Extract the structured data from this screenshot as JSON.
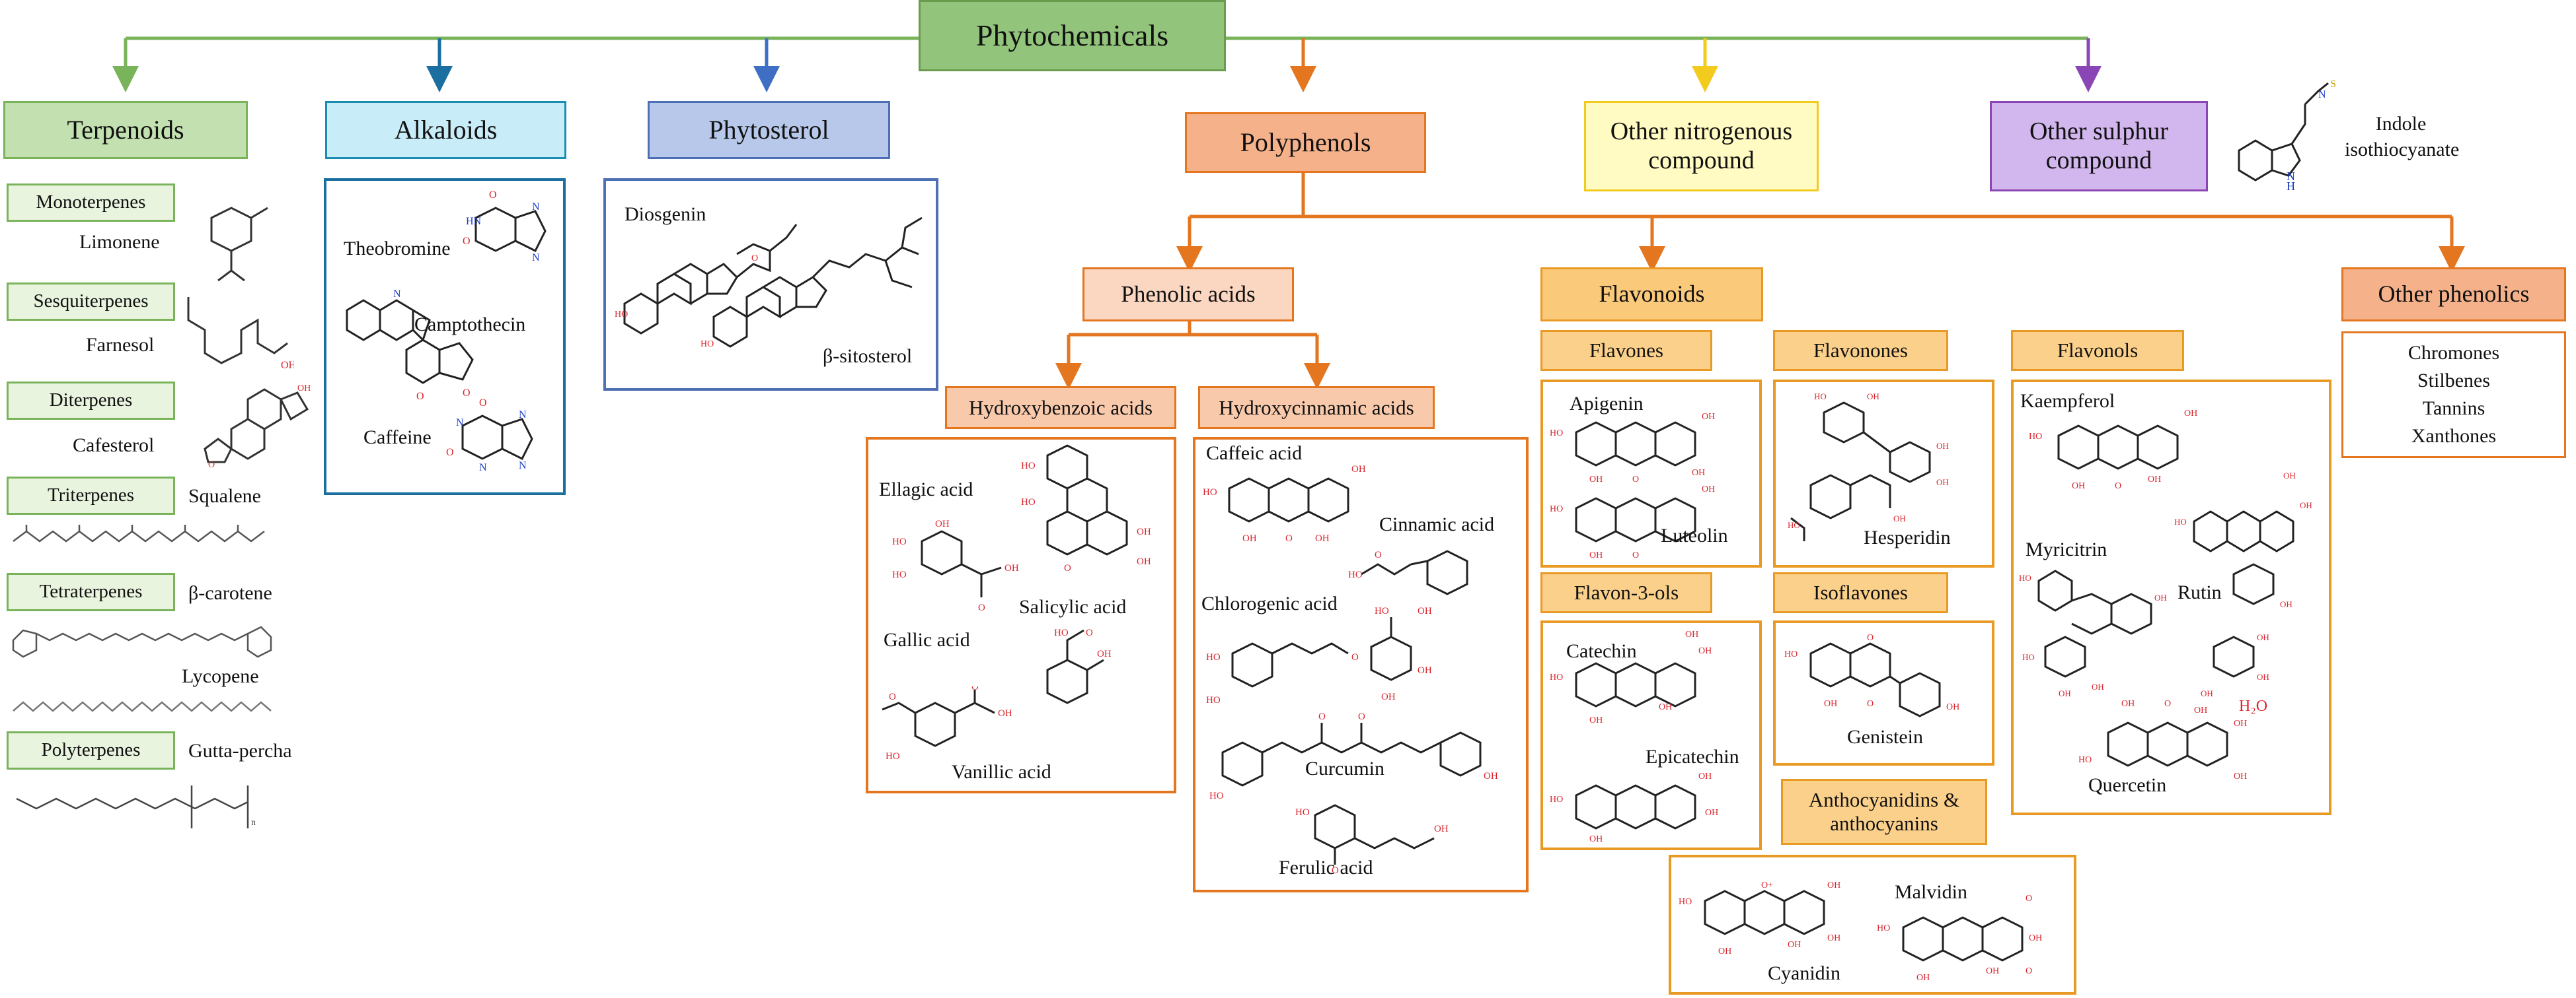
{
  "root": "Phytochemicals",
  "categories": {
    "terpenoids": "Terpenoids",
    "alkaloids": "Alkaloids",
    "phytosterol": "Phytosterol",
    "polyphenols": "Polyphenols",
    "other_nitrogenous": "Other nitrogenous compound",
    "other_sulphur": "Other sulphur compound"
  },
  "terpenoids": {
    "classes": [
      "Monoterpenes",
      "Sesquiterpenes",
      "Diterpenes",
      "Triterpenes",
      "Tetraterpenes",
      "Polyterpenes"
    ],
    "compounds": [
      "Limonene",
      "Farnesol",
      "Cafesterol",
      "Squalene",
      "β-carotene",
      "Lycopene",
      "Gutta-percha"
    ]
  },
  "alkaloids": {
    "compounds": [
      "Theobromine",
      "Camptothecin",
      "Caffeine"
    ]
  },
  "phytosterol": {
    "compounds": [
      "Diosgenin",
      "β-sitosterol"
    ]
  },
  "sulphur_compounds": [
    "Indole isothiocyanate"
  ],
  "polyphenols": {
    "subclasses": [
      "Phenolic acids",
      "Flavonoids",
      "Other phenolics"
    ],
    "phenolic_acids": {
      "hydroxybenzoic": {
        "label": "Hydroxybenzoic acids",
        "compounds": [
          "Ellagic acid",
          "Gallic acid",
          "Salicylic acid",
          "Vanillic acid"
        ]
      },
      "hydroxycinnamic": {
        "label": "Hydroxycinnamic acids",
        "compounds": [
          "Caffeic acid",
          "Cinnamic acid",
          "Chlorogenic acid",
          "Curcumin",
          "Ferulic acid"
        ]
      }
    },
    "flavonoids": {
      "flavones": {
        "label": "Flavones",
        "compounds": [
          "Apigenin",
          "Luteolin"
        ]
      },
      "flavan3ols": {
        "label": "Flavon-3-ols",
        "compounds": [
          "Catechin",
          "Epicatechin"
        ]
      },
      "flavonones": {
        "label": "Flavonones",
        "compounds": [
          "Hesperidin"
        ]
      },
      "isoflavones": {
        "label": "Isoflavones",
        "compounds": [
          "Genistein"
        ]
      },
      "anthocyanidins": {
        "label": "Anthocyanidins & anthocyanins",
        "compounds": [
          "Cyanidin",
          "Malvidin"
        ]
      },
      "flavonols": {
        "label": "Flavonols",
        "compounds": [
          "Kaempferol",
          "Myricitrin",
          "Rutin",
          "Quercetin"
        ],
        "annotation": "H₂O"
      }
    },
    "other_phenolics": [
      "Chromones",
      "Stilbenes",
      "Tannins",
      "Xanthones"
    ]
  },
  "colors": {
    "terpenoids": "#79b35a",
    "alkaloids": "#1b8db0",
    "phytosterol": "#4d6fb3",
    "polyphenols": "#e4761f",
    "other_nitrogenous": "#f2cb1c",
    "other_sulphur": "#8a46b5",
    "heteroatom": "#d9262e"
  }
}
